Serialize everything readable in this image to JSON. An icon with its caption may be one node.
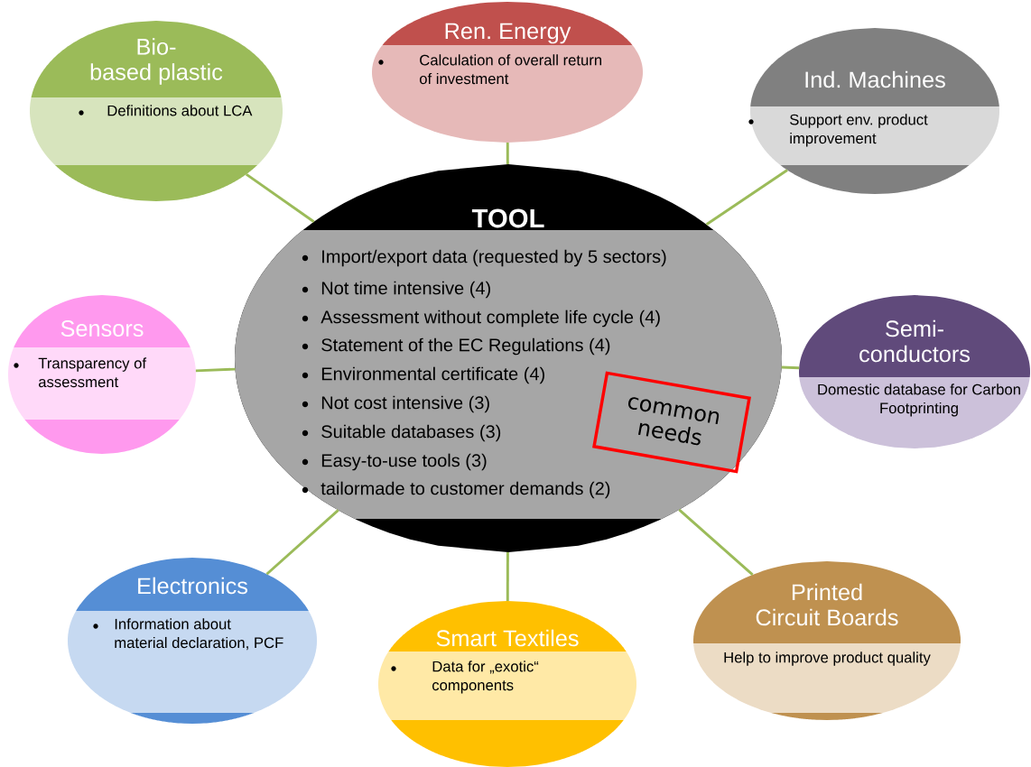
{
  "diagram": {
    "nodes": [
      {
        "text": [
          "TOOL",
          "Import/export data (requested by 5 sectors)",
          "Not time intensive (4)",
          "Assessment without complete life cycle (4)",
          "Statement of the EC Regulations (4)",
          "Environmental certificate (4)",
          "Not cost intensive (3)",
          "Suitable databases (3)",
          "Easy-to-use tools (3)",
          "tailormade to customer demands (2)"
        ]
      },
      {
        "text": [
          "common needs"
        ],
        "in": 0
      },
      {
        "text": [
          "Bio- based plastic",
          "Definitions about LCA"
        ]
      },
      {
        "text": [
          "Ren. Energy",
          "Calculation of overall return of investment"
        ]
      },
      {
        "text": [
          "Ind. Machines",
          "Support env. product improvement"
        ]
      },
      {
        "text": [
          "Sensors",
          "Transparency of assessment"
        ]
      },
      {
        "text": [
          "Semi- conductors",
          "Domestic database for Carbon Footprinting"
        ]
      },
      {
        "text": [
          "Electronics",
          "Information about material declaration, PCF"
        ]
      },
      {
        "text": [
          "Smart Textiles",
          "Data for „exotic“ components"
        ]
      },
      {
        "text": [
          "Printed Circuit Boards",
          "Help to improve product quality"
        ]
      }
    ],
    "edges": [
      {
        "from": 0,
        "to": 2,
        "arrow": "none"
      },
      {
        "from": 0,
        "to": 3,
        "arrow": "none"
      },
      {
        "from": 0,
        "to": 4,
        "arrow": "none"
      },
      {
        "from": 0,
        "to": 5,
        "arrow": "none"
      },
      {
        "from": 0,
        "to": 6,
        "arrow": "none"
      },
      {
        "from": 0,
        "to": 7,
        "arrow": "none"
      },
      {
        "from": 0,
        "to": 8,
        "arrow": "none"
      },
      {
        "from": 0,
        "to": 9,
        "arrow": "none"
      }
    ]
  }
}
